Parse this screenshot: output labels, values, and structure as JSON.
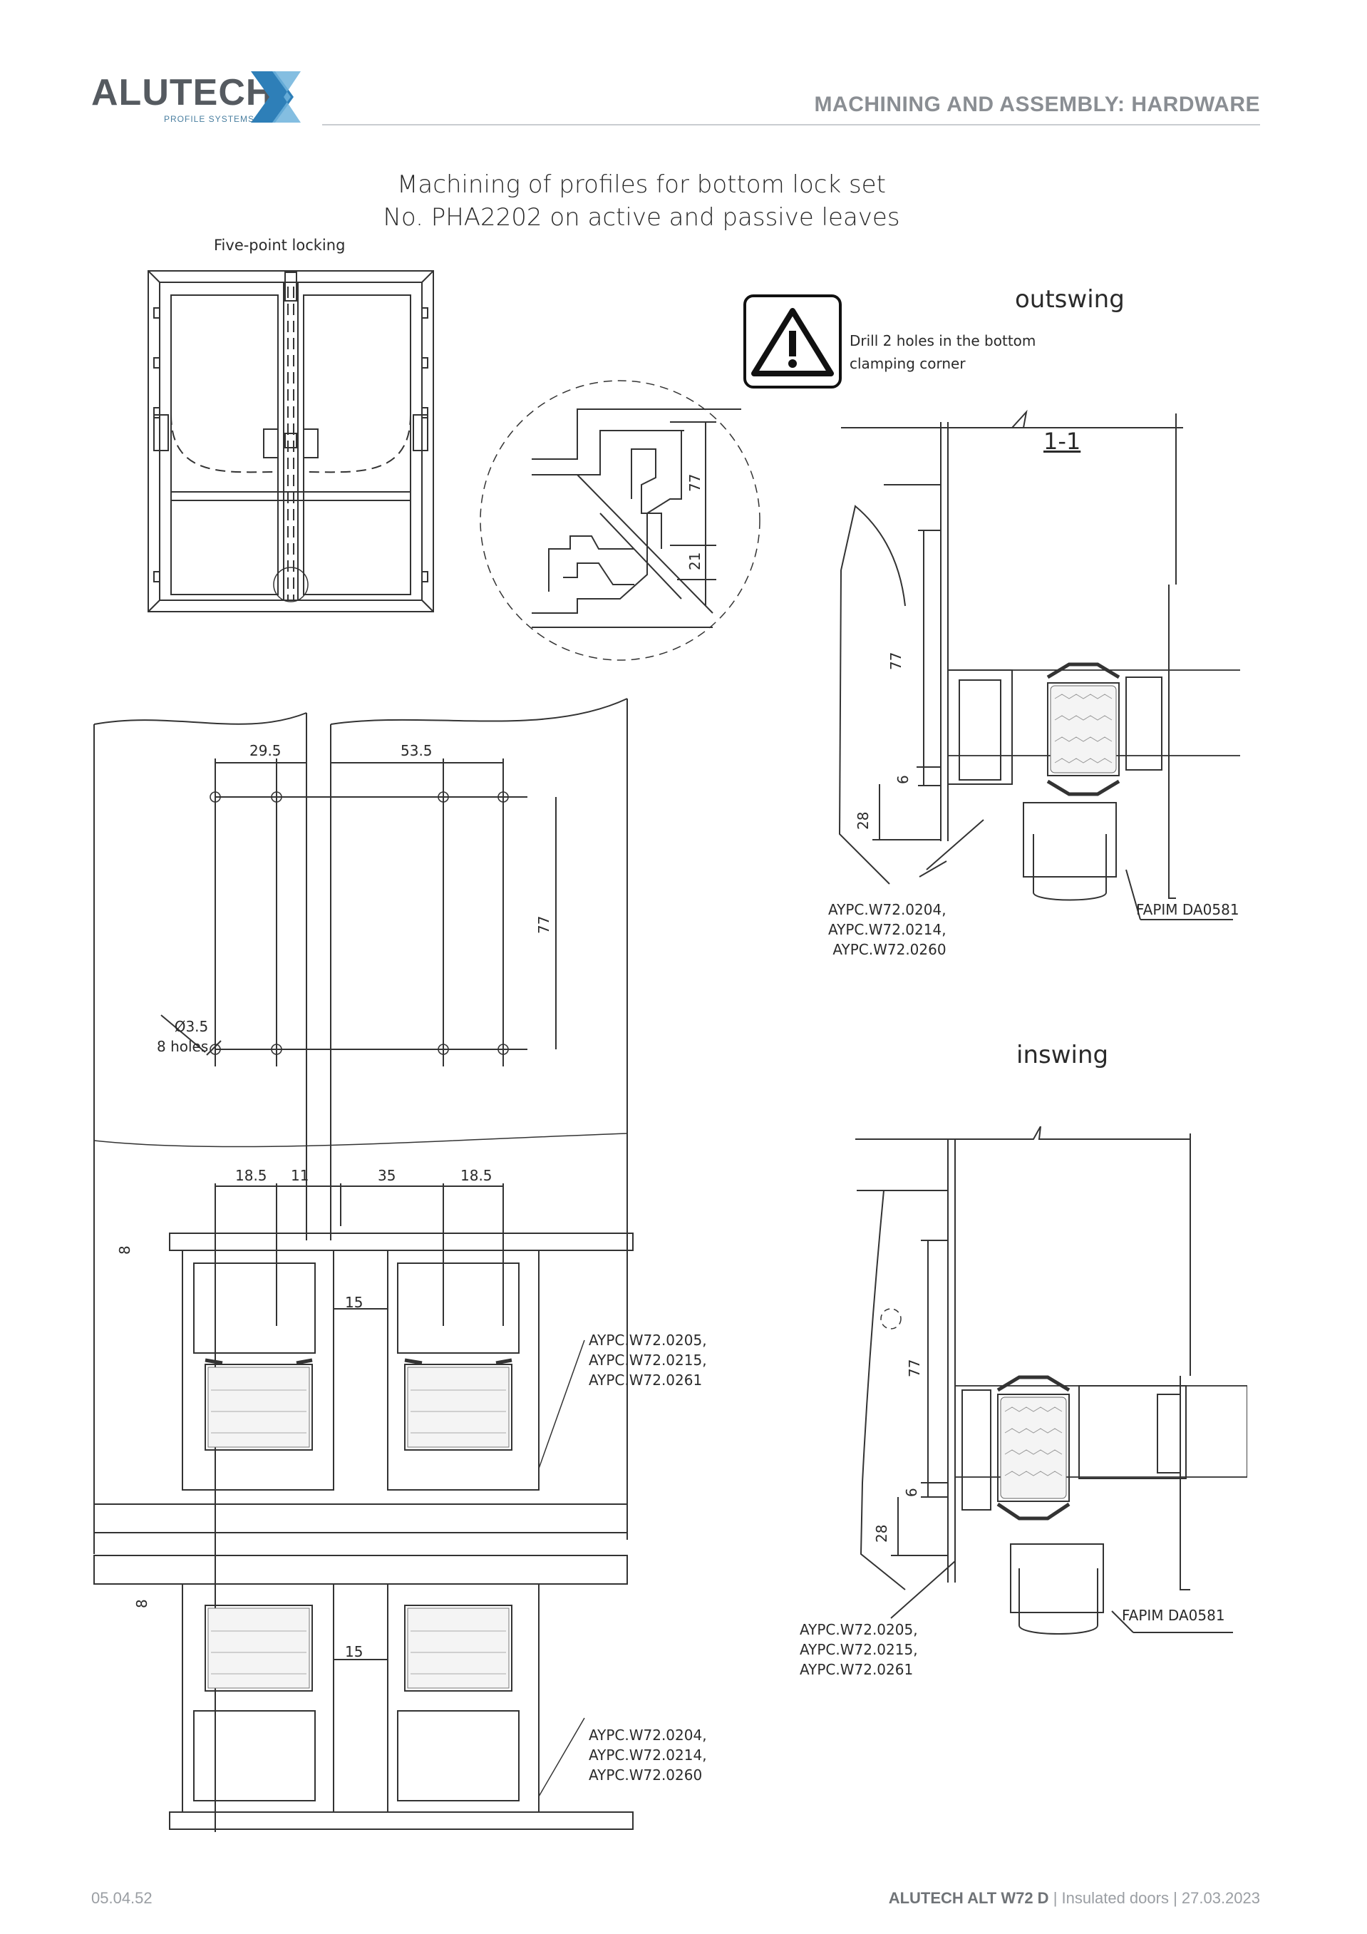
{
  "header": {
    "logo_text": "ALUTECH",
    "logo_subtext": "PROFILE SYSTEMS",
    "section_title": "MACHINING AND ASSEMBLY: HARDWARE"
  },
  "title": {
    "line1": "Machining of profiles for bottom lock set",
    "line2": "No. PHA2202 on active and passive leaves"
  },
  "labels": {
    "five_point": "Five-point locking",
    "outswing": "outswing",
    "inswing": "inswing",
    "section": "1-1",
    "warning_line1": "Drill 2 holes in the bottom",
    "warning_line2": "clamping corner",
    "holes_dia": "Ø3.5",
    "holes_count": "8 holes",
    "fapim_out": "FAPIM DA0581",
    "fapim_in": "FAPIM DA0581"
  },
  "profiles": {
    "outswing": [
      "AYPC.W72.0204,",
      "AYPC.W72.0214,",
      "AYPC.W72.0260"
    ],
    "inswing": [
      "AYPC.W72.0205,",
      "AYPC.W72.0215,",
      "AYPC.W72.0261"
    ],
    "plan_top": [
      "AYPC.W72.0205,",
      "AYPC.W72.0215,",
      "AYPC.W72.0261"
    ],
    "plan_bottom": [
      "AYPC.W72.0204,",
      "AYPC.W72.0214,",
      "AYPC.W72.0260"
    ]
  },
  "dimensions": {
    "d29_5": "29.5",
    "d53_5": "53.5",
    "d77a": "77",
    "d18_5a": "18.5",
    "d11": "11",
    "d35": "35",
    "d18_5b": "18.5",
    "d8a": "8",
    "d15a": "15",
    "d8b": "8",
    "d15b": "15",
    "detail77": "77",
    "detail21": "21",
    "out77": "77",
    "out6": "6",
    "out28": "28",
    "in77": "77",
    "in6": "6",
    "in28": "28"
  },
  "footer": {
    "page": "05.04.52",
    "product": "ALUTECH ALT W72 D",
    "rest": " | Insulated doors | 27.03.2023"
  },
  "colors": {
    "logo_accent": "#2e7fb8",
    "logo_light": "#6fb3dc",
    "line": "#333333"
  }
}
